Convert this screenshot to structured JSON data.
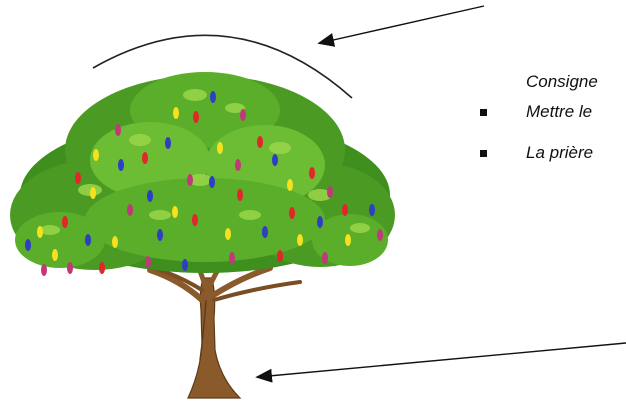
{
  "text": {
    "consigne": "Consigne",
    "bullet_1": "Mettre le",
    "bullet_2": "La prière"
  },
  "colors": {
    "leaf_dark": "#3f8f1e",
    "leaf_mid": "#5aae2a",
    "leaf_light": "#9ad64a",
    "trunk": "#8a5a2b",
    "trunk_shadow": "#5f3a18",
    "ornaments": [
      "#e3262b",
      "#f5e11d",
      "#2f3fc4",
      "#c03a7a"
    ]
  },
  "icons": {
    "pointer_top": "arrow-icon",
    "pointer_bottom": "arrow-icon",
    "bullet": "square-bullet-icon"
  }
}
